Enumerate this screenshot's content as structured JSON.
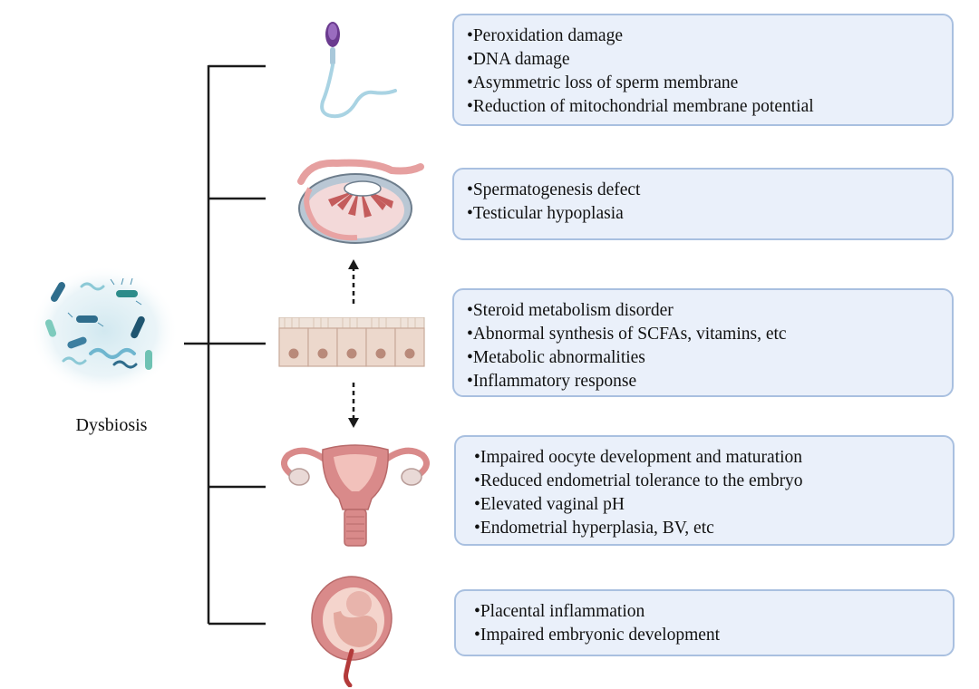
{
  "source_label": "Dysbiosis",
  "boxes": [
    {
      "id": "sperm",
      "icon": "sperm-icon",
      "items": [
        "•Peroxidation damage",
        "•DNA damage",
        "•Asymmetric loss of sperm membrane",
        "•Reduction of mitochondrial membrane potential"
      ]
    },
    {
      "id": "testis",
      "icon": "testis-icon",
      "items": [
        "•Spermatogenesis defect",
        "•Testicular hypoplasia"
      ]
    },
    {
      "id": "gut",
      "icon": "intestinal-epithelium-icon",
      "items": [
        "•Steroid metabolism disorder",
        "•Abnormal  synthesis of SCFAs, vitamins, etc",
        "•Metabolic abnormalities",
        "•Inflammatory response"
      ]
    },
    {
      "id": "uterus",
      "icon": "uterus-icon",
      "items": [
        "•Impaired oocyte development and maturation",
        "•Reduced endometrial tolerance to the embryo",
        "•Elevated vaginal pH",
        "•Endometrial hyperplasia, BV, etc"
      ]
    },
    {
      "id": "pregnancy",
      "icon": "pregnant-uterus-icon",
      "items": [
        "•Placental inflammation",
        "•Impaired embryonic development"
      ]
    }
  ],
  "colors": {
    "box_fill": "#eaf0fa",
    "box_border": "#a9c0e0",
    "line": "#1a1a1a",
    "tissue_pink": "#d98a8a"
  }
}
